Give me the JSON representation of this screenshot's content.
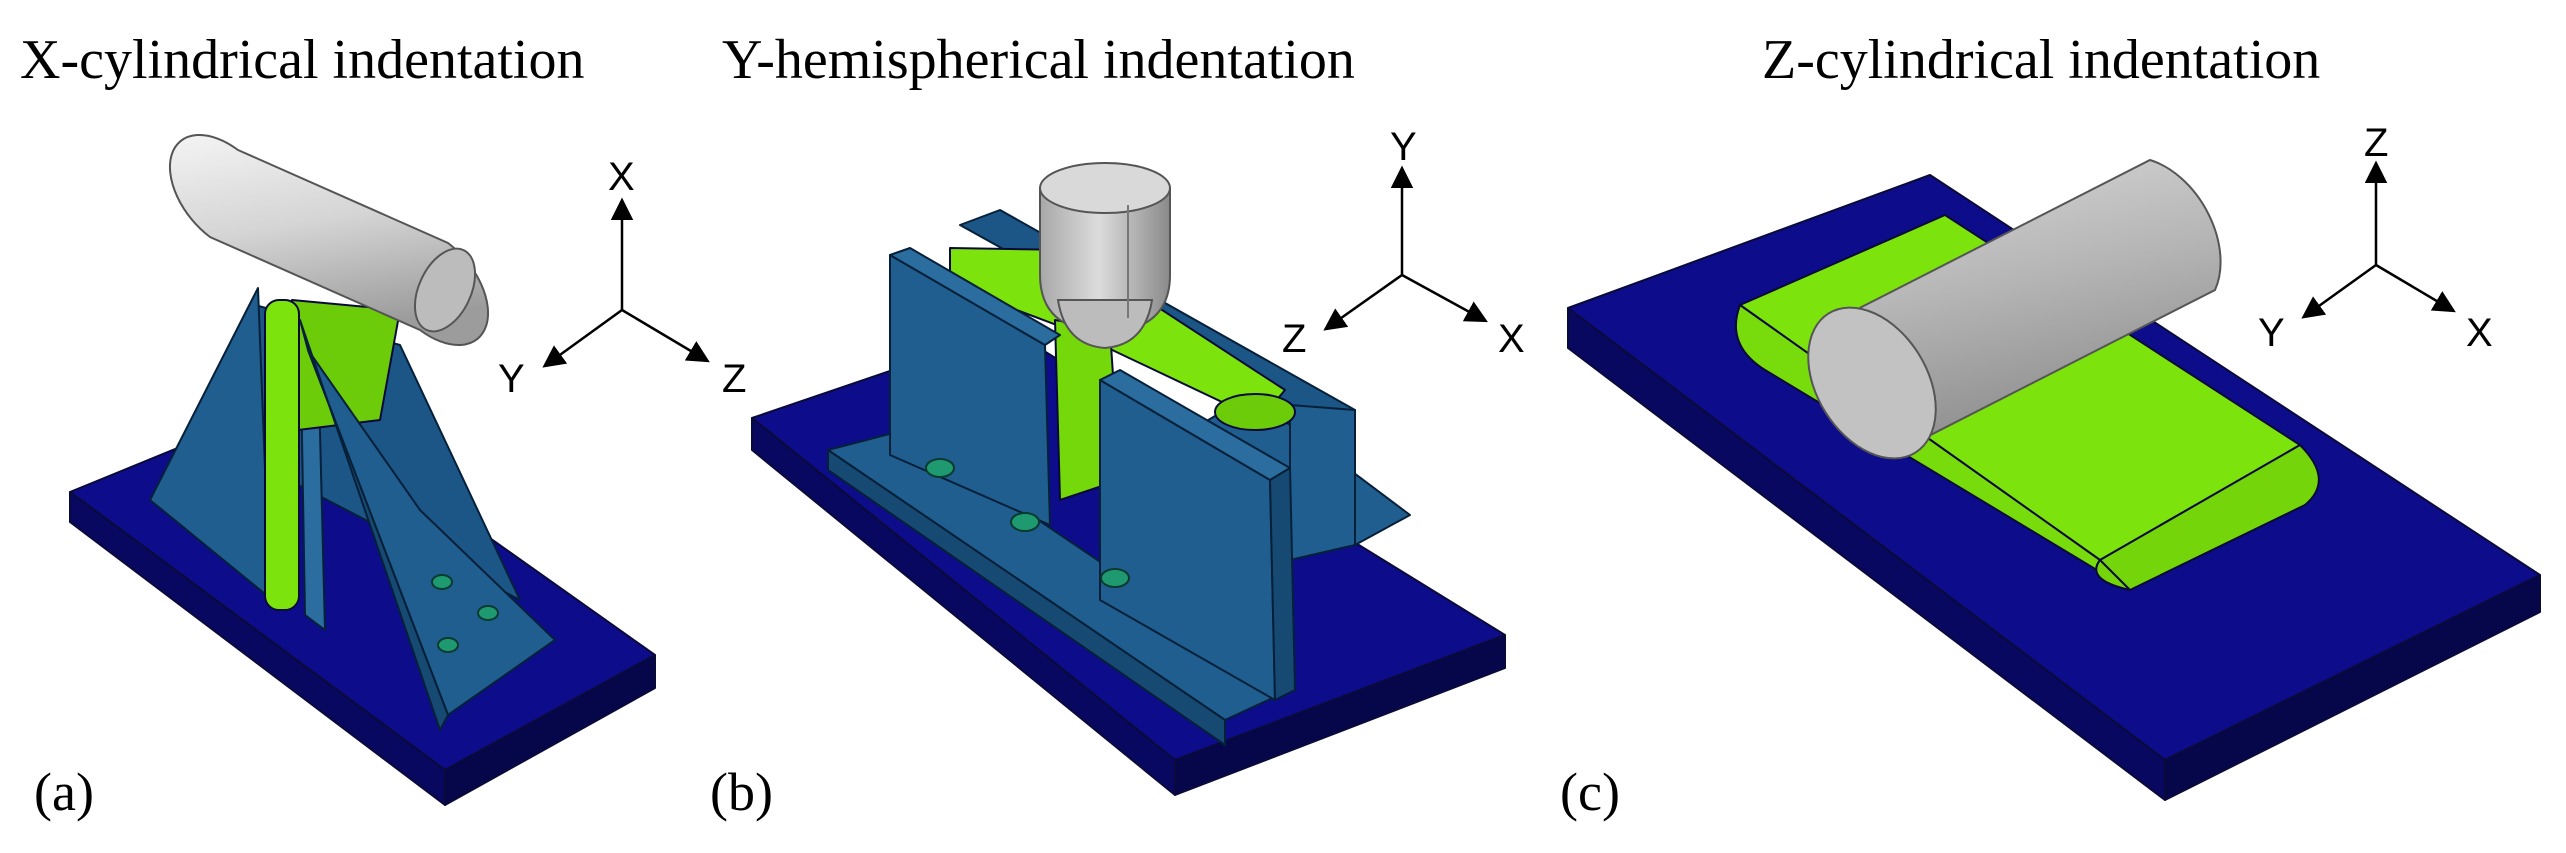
{
  "panels": [
    {
      "title": "X-cylindrical indentation",
      "label": "(a)",
      "axes": {
        "up": "X",
        "left": "Y",
        "right": "Z"
      }
    },
    {
      "title": "Y-hemispherical indentation",
      "label": "(b)",
      "axes": {
        "up": "Y",
        "left": "Z",
        "right": "X"
      }
    },
    {
      "title": "Z-cylindrical indentation",
      "label": "(c)",
      "axes": {
        "up": "Z",
        "left": "Y",
        "right": "X"
      }
    }
  ],
  "colors": {
    "base_plate": "#0d0d8c",
    "fixture": "#1f5e8e",
    "specimen": "#7ce40c",
    "indenter": "#c9c9c9"
  }
}
